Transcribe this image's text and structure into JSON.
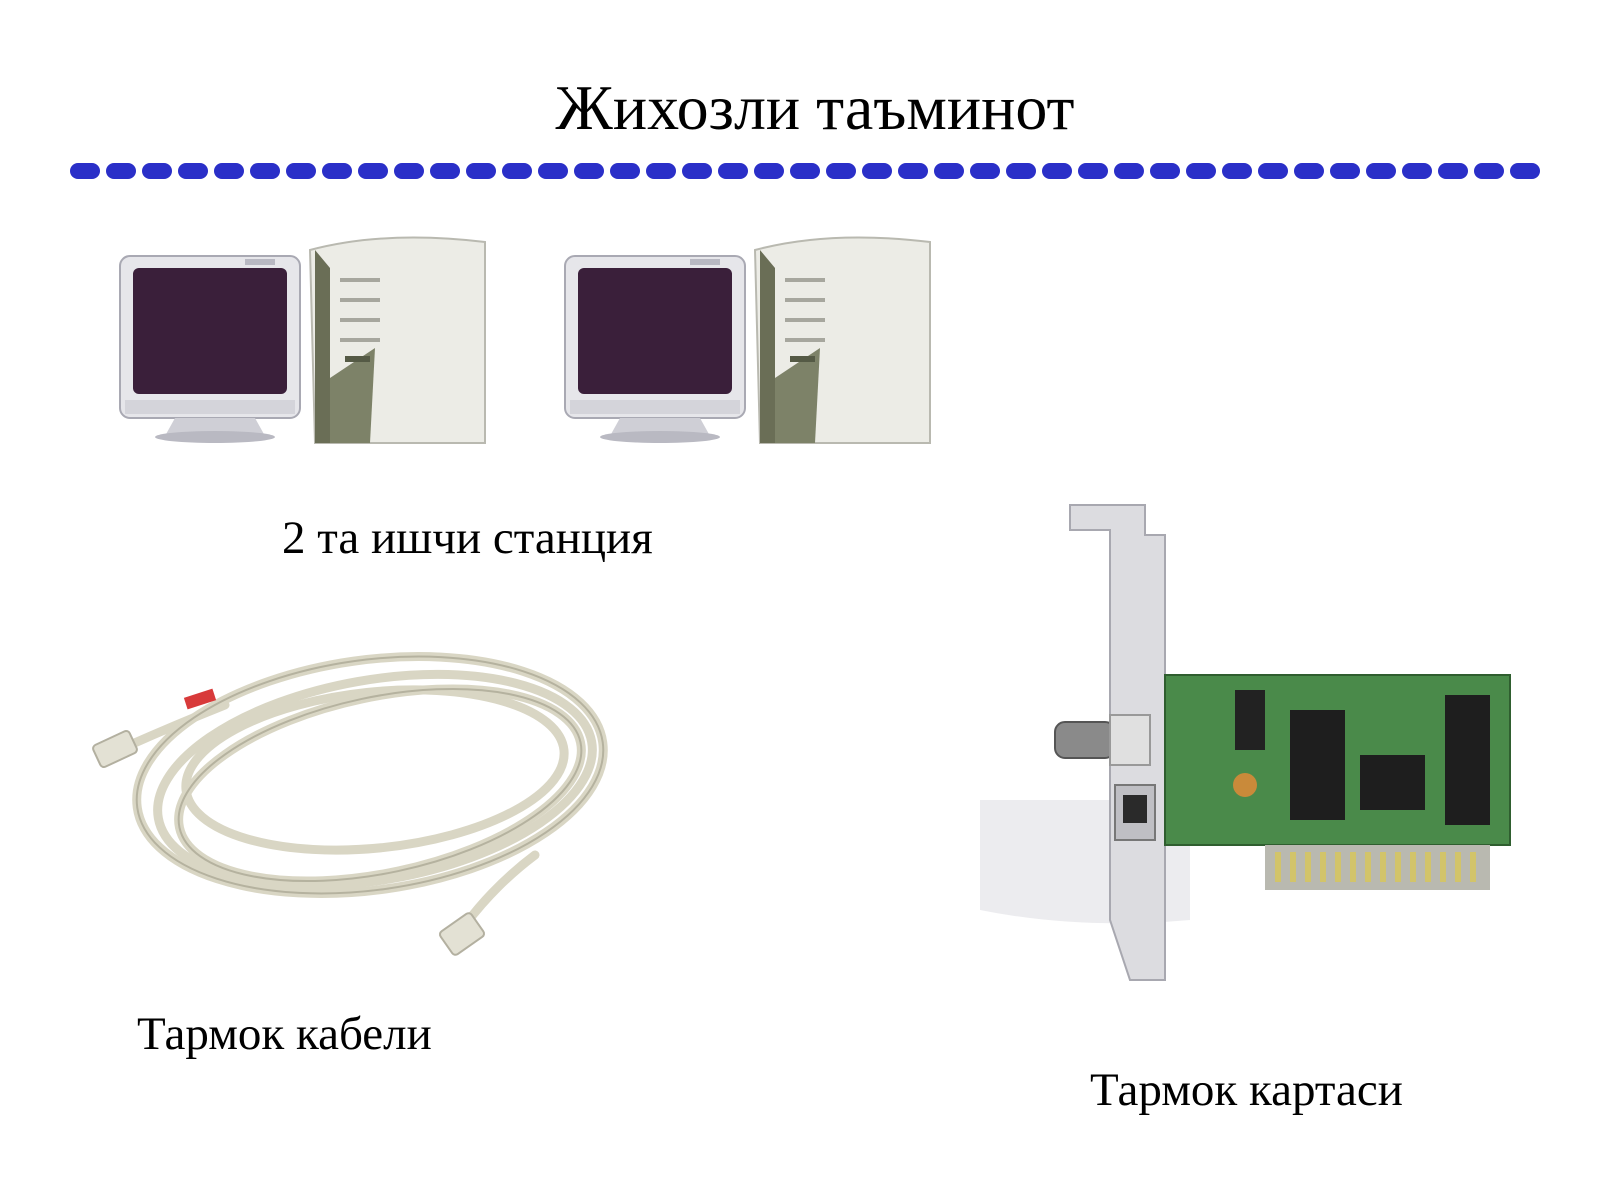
{
  "slide": {
    "title": "Жихозли таъминот"
  },
  "items": {
    "workstations": {
      "caption": "2 та ишчи станция",
      "icon": "computer-icon"
    },
    "cable": {
      "caption": "Тармок кабели",
      "icon": "cable-icon"
    },
    "network_card": {
      "caption": "Тармок картаси",
      "icon": "network-card-icon"
    }
  },
  "colors": {
    "divider": "#2a2fc8",
    "screen": "#3a1f3a",
    "device_body": "#e6e6ea",
    "cable": "#d9d6c4",
    "pcb": "#4a8a4a"
  }
}
